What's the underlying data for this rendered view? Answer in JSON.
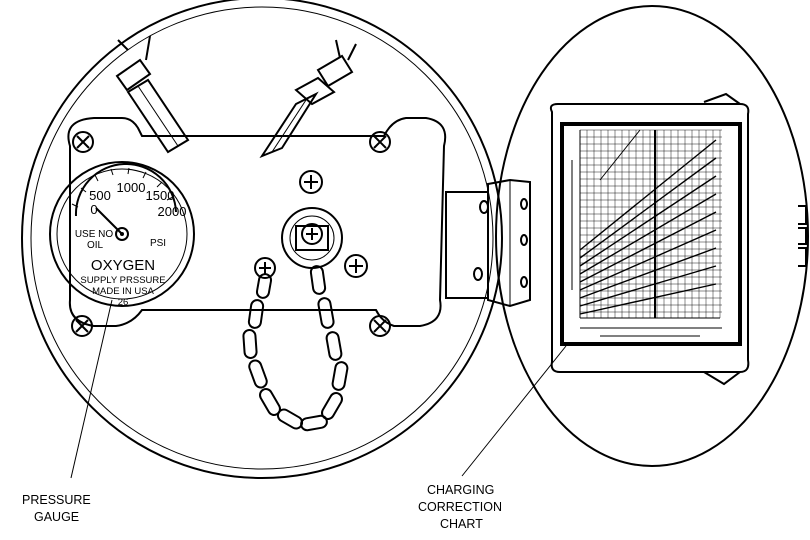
{
  "gauge": {
    "ticks": [
      "0",
      "500",
      "1000",
      "1500",
      "2000"
    ],
    "use_no_oil": [
      "USE NO",
      "OIL"
    ],
    "unit": "PSI",
    "title": "OXYGEN",
    "subtitle": "SUPPLY PRSSURE",
    "made_in": "MADE IN USA",
    "number": "26"
  },
  "callouts": {
    "pressure_gauge": [
      "PRESSURE",
      "GAUGE"
    ],
    "charging_chart": [
      "CHARGING",
      "CORRECTION",
      "CHART"
    ]
  }
}
